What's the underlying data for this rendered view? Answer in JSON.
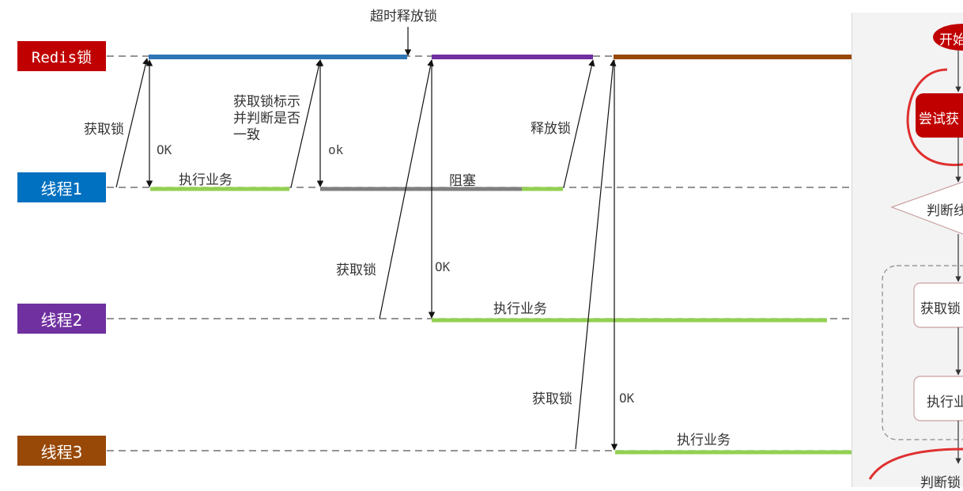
{
  "lanes": {
    "redis": "Redis锁",
    "thread1": "线程1",
    "thread2": "线程2",
    "thread3": "线程3"
  },
  "notes": {
    "timeout_release": "超时释放锁",
    "acquire_lock_1": "获取锁",
    "ok_1": "OK",
    "execute_1": "执行业务",
    "check_lock_id": "获取锁标示并判断是否一致",
    "ok_2": "ok",
    "blocked": "阻塞",
    "release_lock": "释放锁",
    "acquire_lock_2": "获取锁",
    "ok_3": "OK",
    "execute_2": "执行业务",
    "acquire_lock_3": "获取锁",
    "ok_4": "OK",
    "execute_3": "执行业务"
  },
  "flowchart": {
    "start": "开始",
    "try_acquire": "尝试获",
    "judge": "判断线",
    "acquire": "获取锁",
    "execute": "执行业",
    "bottom": "判断锁"
  },
  "colors": {
    "redis": "#c00000",
    "thread1": "#0070c0",
    "thread2": "#7030a0",
    "thread3": "#984807",
    "lock_held_1": "#2e75b6",
    "lock_held_2": "#7030a0",
    "lock_held_3": "#984807",
    "business": "#92d050",
    "blocked": "#7f7f7f",
    "highlight": "#e03030"
  }
}
